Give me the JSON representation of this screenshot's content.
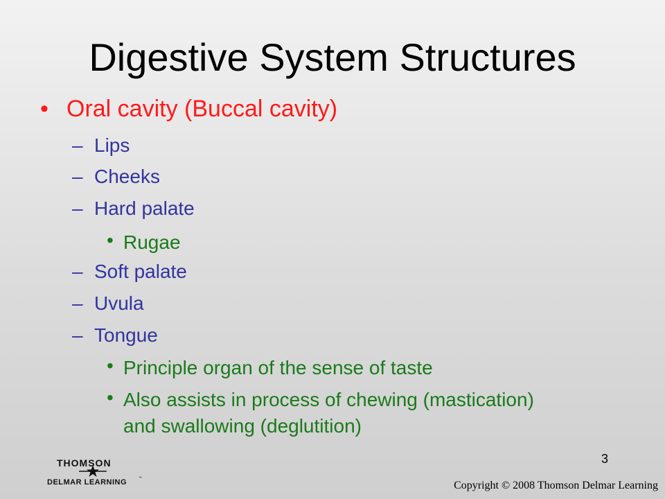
{
  "slide": {
    "title": "Digestive System Structures",
    "bullets": {
      "oral_cavity": "Oral cavity (Buccal cavity)",
      "lips": "Lips",
      "cheeks": "Cheeks",
      "hard_palate": "Hard palate",
      "rugae": "Rugae",
      "soft_palate": "Soft palate",
      "uvula": "Uvula",
      "tongue": "Tongue",
      "taste": "Principle organ of the sense of taste",
      "chewing": "Also assists in process of chewing (mastication)\nand swallowing (deglutition)"
    },
    "markers": {
      "level1": "•",
      "level2": "–",
      "level3": "•"
    },
    "page_number": "3",
    "logo": {
      "top": "THOMSON",
      "bottom": "DELMAR LEARNING",
      "tm": "™"
    },
    "copyright": "Copyright © 2008 Thomson Delmar Learning"
  },
  "colors": {
    "level1": "#ff1a1a",
    "level2": "#3333a0",
    "level3": "#1a7a1a"
  }
}
